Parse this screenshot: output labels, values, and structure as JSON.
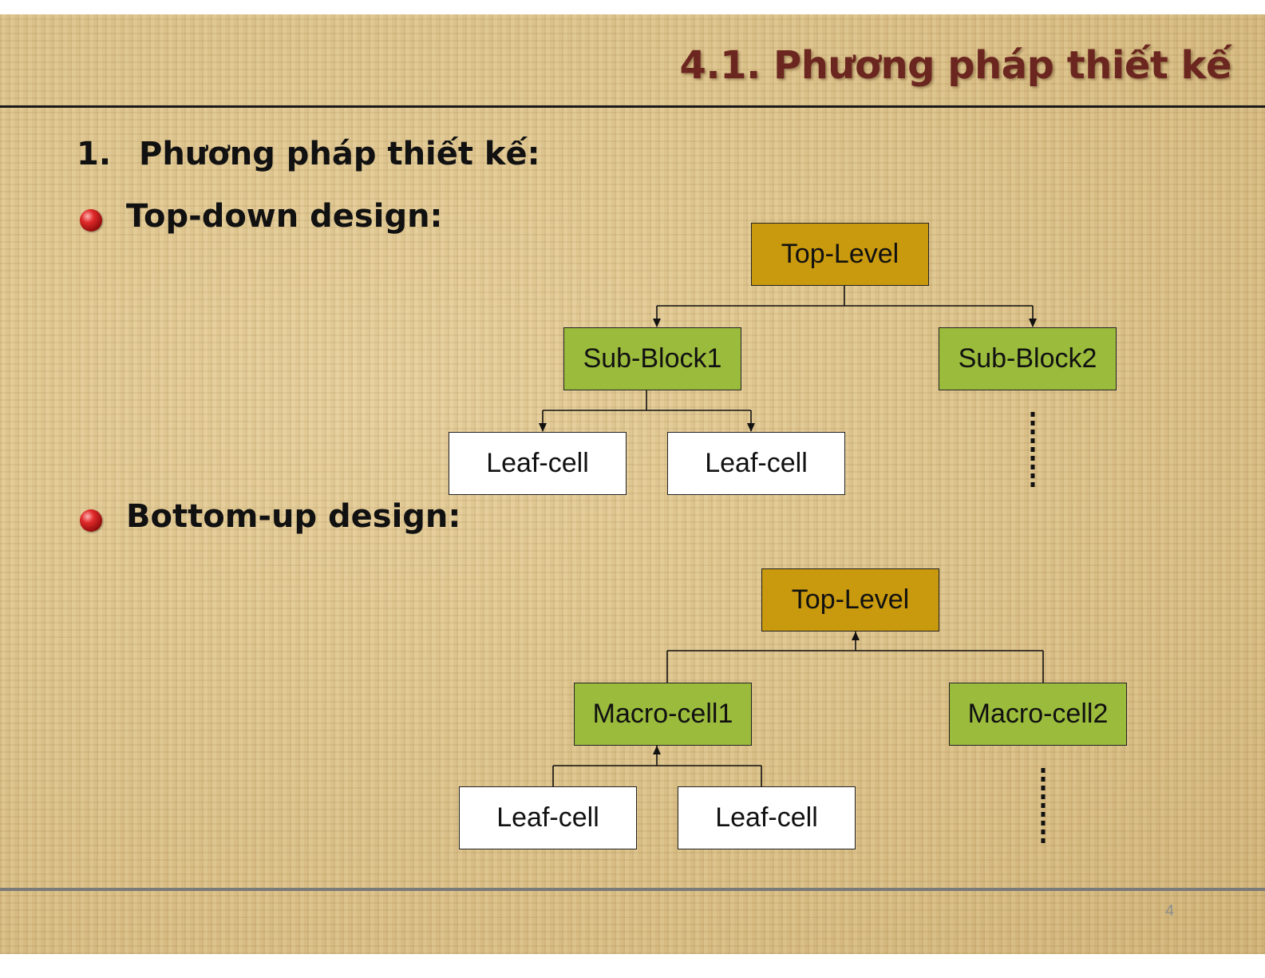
{
  "slide": {
    "title": "4.1. Phương pháp thiết kế",
    "heading_number": "1.",
    "heading_text": "Phương pháp thiết kế:",
    "bullets": [
      "Top-down design:",
      "Bottom-up design:"
    ],
    "page_number": "4"
  },
  "top_down": {
    "top": "Top-Level",
    "sub_block1": "Sub-Block1",
    "sub_block2": "Sub-Block2",
    "leaf1": "Leaf-cell",
    "leaf2": "Leaf-cell"
  },
  "bottom_up": {
    "top": "Top-Level",
    "macro1": "Macro-cell1",
    "macro2": "Macro-cell2",
    "leaf1": "Leaf-cell",
    "leaf2": "Leaf-cell"
  },
  "colors": {
    "top_fill": "#c9990e",
    "mid_fill": "#9bbb3c",
    "leaf_fill": "#ffffff",
    "title_color": "#6b2620"
  }
}
